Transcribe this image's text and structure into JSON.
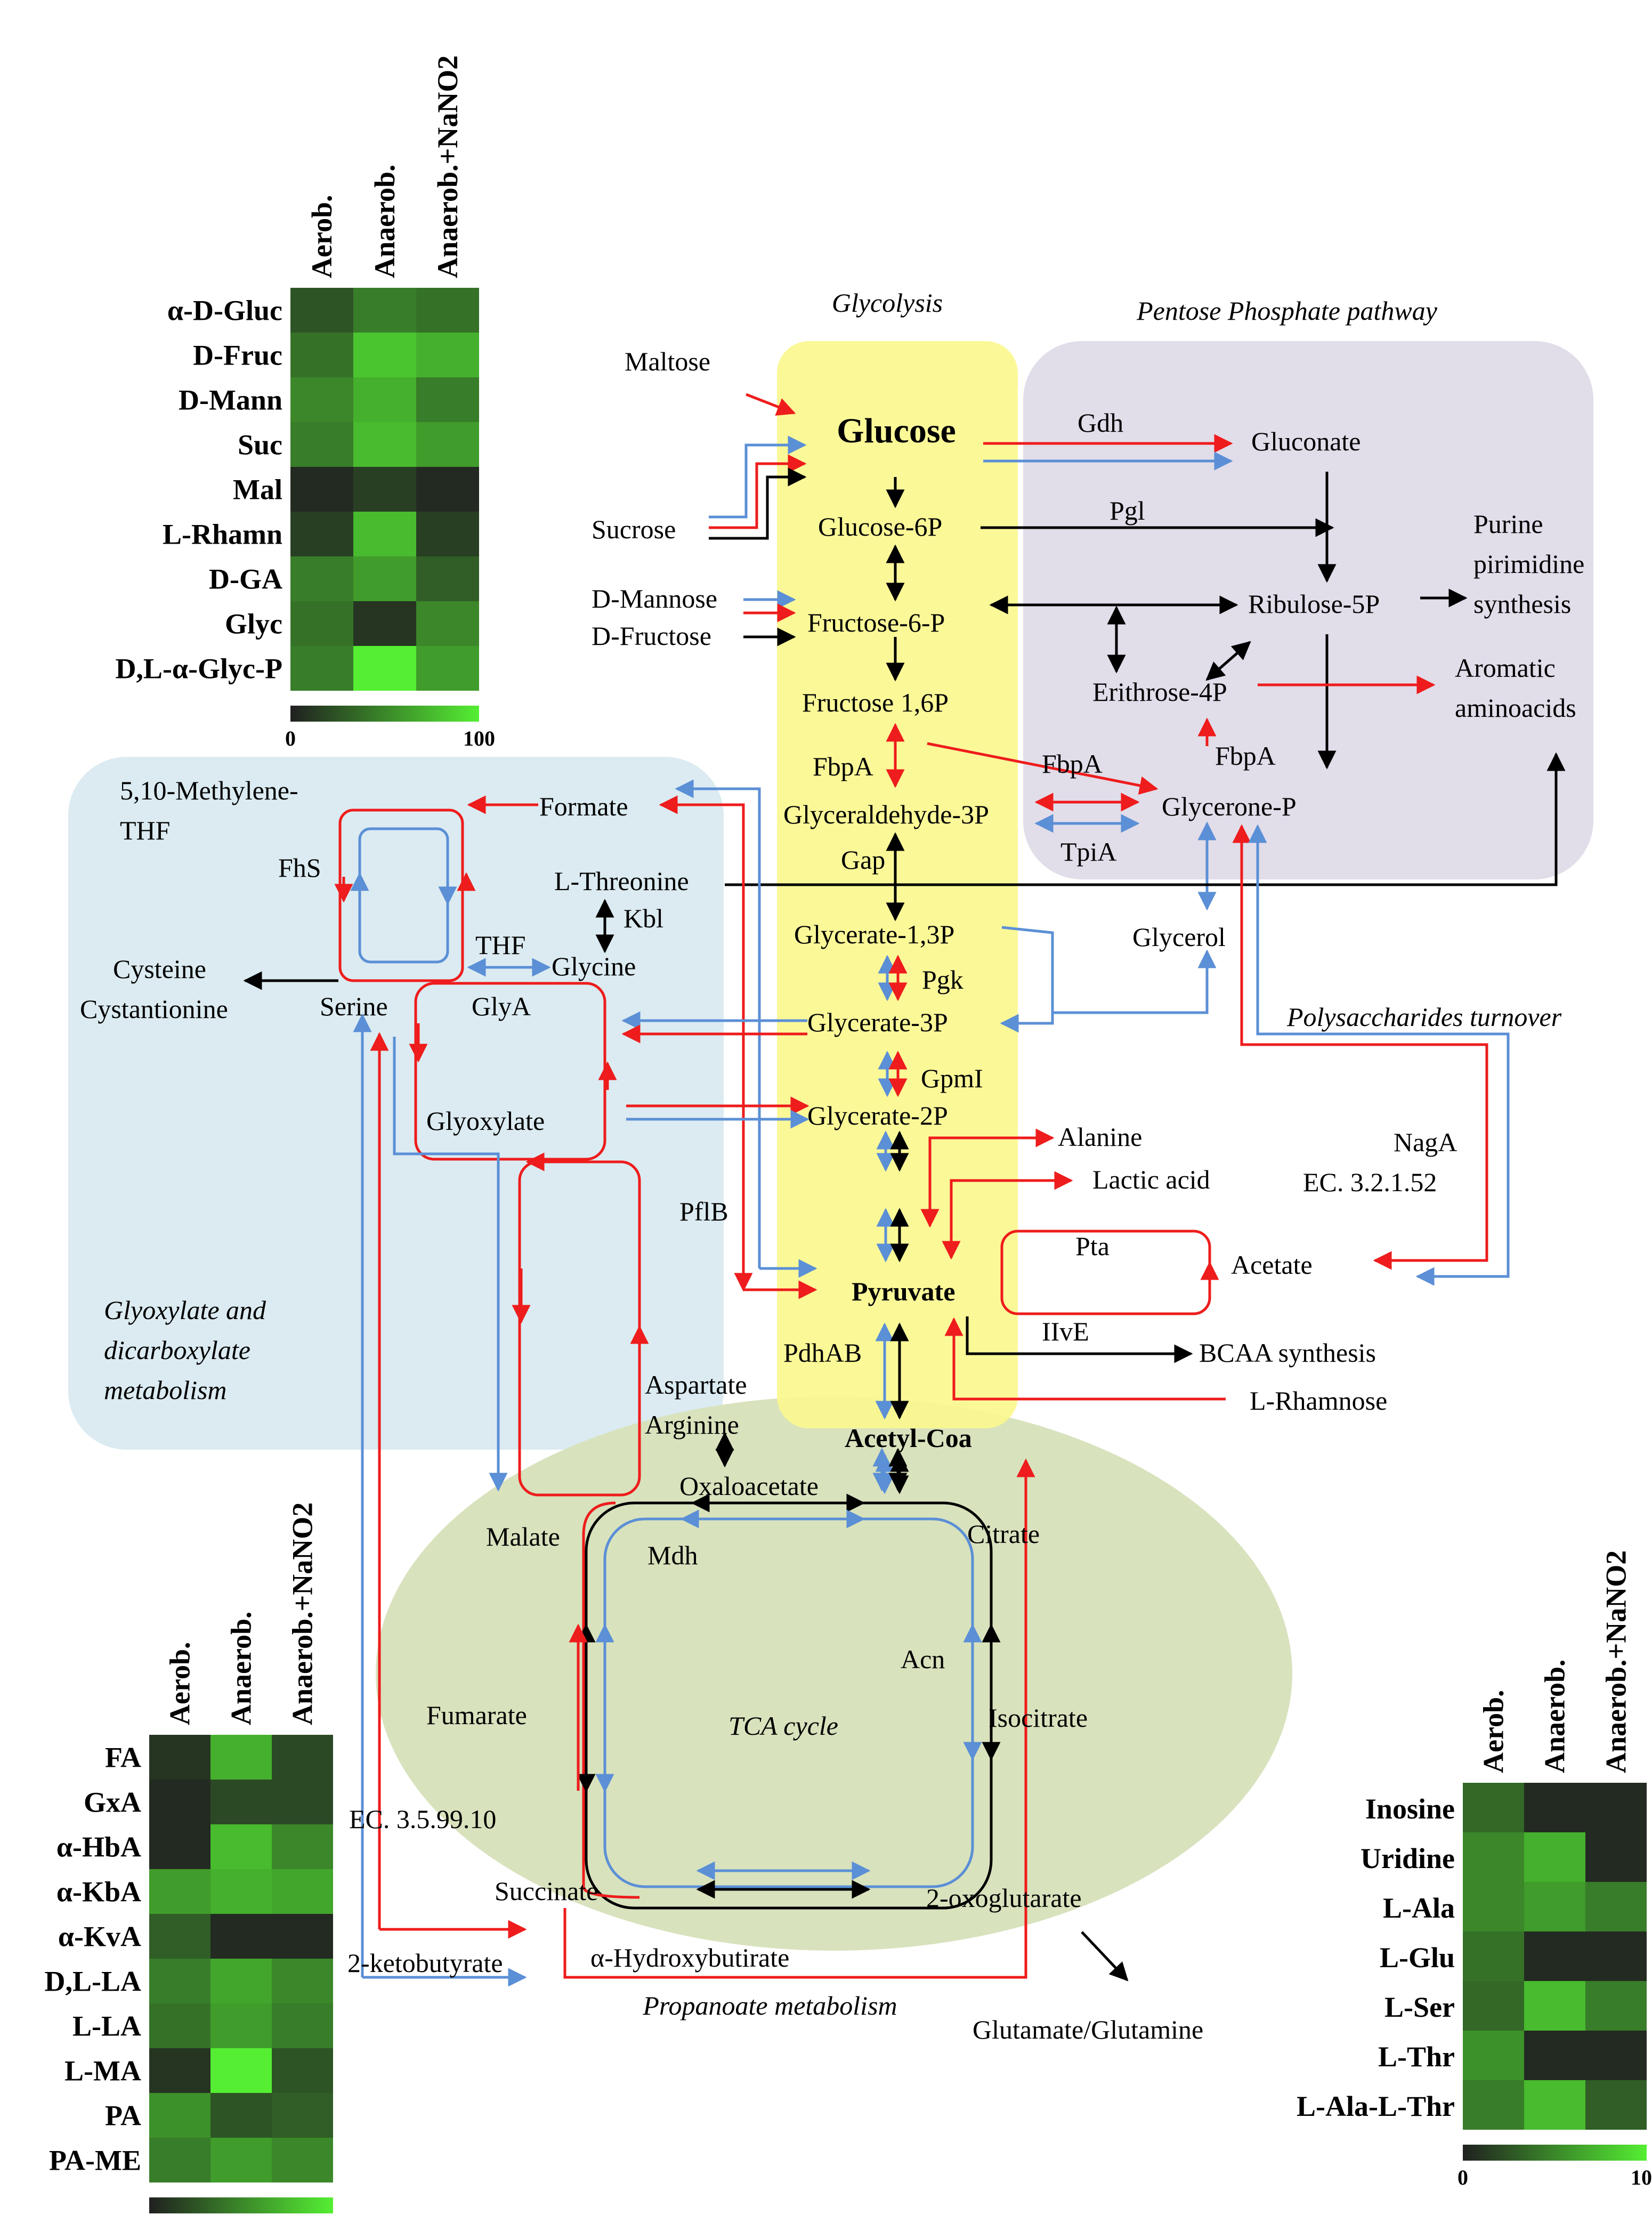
{
  "regions": {
    "glycolysis_title": "Glycolysis",
    "ppp_title": "Pentose Phosphate pathway",
    "glyoxylate_title": [
      "Glyoxylate  and",
      "dicarboxylate",
      "metabolism"
    ],
    "tca_title": "TCA cycle",
    "propanoate_title": "Propanoate metabolism",
    "polysaccharides_title": "Polysaccharides turnover"
  },
  "metabolites": {
    "glucose": "Glucose",
    "maltose": "Maltose",
    "sucrose": "Sucrose",
    "d_mannose": "D-Mannose",
    "d_fructose": "D-Fructose",
    "glucose_6p": "Glucose-6P",
    "fructose_6p": "Fructose-6-P",
    "fructose_16p": "Fructose 1,6P",
    "glyceraldehyde_3p": "Glyceraldehyde-3P",
    "glycerate_13p": "Glycerate-1,3P",
    "glycerate_3p": "Glycerate-3P",
    "glycerate_2p": "Glycerate-2P",
    "pyruvate": "Pyruvate",
    "acetyl_coa": "Acetyl-Coa",
    "gluconate": "Gluconate",
    "ribulose_5p": "Ribulose-5P",
    "erythrose_4p": "Erithrose-4P",
    "glycerone_p": "Glycerone-P",
    "glycerol": "Glycerol",
    "purine_synthesis": [
      "Purine",
      "pirimidine",
      "synthesis"
    ],
    "aromatic_aa": [
      "Aromatic",
      "aminoacids"
    ],
    "methylene_thf": [
      "5,10-Methylene-",
      "THF"
    ],
    "formate": "Formate",
    "l_threonine": "L-Threonine",
    "thf": "THF",
    "glycine": "Glycine",
    "serine": "Serine",
    "cysteine": [
      "Cysteine",
      "Cystantionine"
    ],
    "glyoxylate": "Glyoxylate",
    "alanine": "Alanine",
    "lactic_acid": "Lactic acid",
    "acetate": "Acetate",
    "bcaa": "BCAA synthesis",
    "l_rhamnose": "L-Rhamnose",
    "aspartate_arginine": [
      "Aspartate",
      "Arginine"
    ],
    "oxaloacetate": "Oxaloacetate",
    "malate": "Malate",
    "citrate": "Citrate",
    "isocitrate": "Isocitrate",
    "fumarate": "Fumarate",
    "succinate": "Succinate",
    "oxoglutarate": "2-oxoglutarate",
    "ketobutyrate": "2-ketobutyrate",
    "hydroxybutirate": "α-Hydroxybutirate",
    "glutamate": "Glutamate/Glutamine"
  },
  "enzymes": {
    "gdh": "Gdh",
    "pgl": "Pgl",
    "fbpa": "FbpA",
    "tpia": "TpiA",
    "gap": "Gap",
    "pgk": "Pgk",
    "gpmi": "GpmI",
    "pflb": "PflB",
    "pdhab": "PdhAB",
    "pta": "Pta",
    "ilve": "IIvE",
    "naga": [
      "NagA",
      "EC. 3.2.1.52"
    ],
    "fhs": "FhS",
    "kbl": "Kbl",
    "glya": "GlyA",
    "mdh": "Mdh",
    "acn": "Acn",
    "ec_35": "EC. 3.5.99.10"
  },
  "colors": {
    "glycolysis_bg": "#fbf78f",
    "ppp_bg": "#e1dde9",
    "glyoxylate_bg": "#dbebf1",
    "tca_bg": "#d8e2bd",
    "red_arrow": "#ee1c1c",
    "blue_arrow": "#5b8fd6",
    "black_arrow": "#000000"
  },
  "heatmaps": {
    "colorbar": {
      "min_label": "0",
      "max_label": "100",
      "low_color": "#202020",
      "high_color": "#55ee33"
    },
    "carbohydrates": {
      "columns": [
        "Aerob.",
        "Anaerob.",
        "Anaerob.+NaNO2"
      ],
      "rows": [
        {
          "label": "α-D-Gluc",
          "values": [
            25,
            45,
            40
          ]
        },
        {
          "label": "D-Fruc",
          "values": [
            40,
            80,
            70
          ]
        },
        {
          "label": "D-Mann",
          "values": [
            50,
            70,
            45
          ]
        },
        {
          "label": "Suc",
          "values": [
            45,
            75,
            60
          ]
        },
        {
          "label": "Mal",
          "values": [
            5,
            15,
            5
          ]
        },
        {
          "label": "L-Rhamn",
          "values": [
            15,
            75,
            15
          ]
        },
        {
          "label": "D-GA",
          "values": [
            45,
            60,
            30
          ]
        },
        {
          "label": "Glyc",
          "values": [
            40,
            10,
            50
          ]
        },
        {
          "label": "D,L-α-Glyc-P",
          "values": [
            45,
            100,
            60
          ]
        }
      ]
    },
    "organic_acids": {
      "columns": [
        "Aerob.",
        "Anaerob.",
        "Anaerob.+NaNO2"
      ],
      "rows": [
        {
          "label": "FA",
          "values": [
            10,
            70,
            20
          ]
        },
        {
          "label": "GxA",
          "values": [
            5,
            20,
            20
          ]
        },
        {
          "label": "α-HbA",
          "values": [
            5,
            75,
            50
          ]
        },
        {
          "label": "α-KbA",
          "values": [
            60,
            70,
            65
          ]
        },
        {
          "label": "α-KvA",
          "values": [
            30,
            5,
            5
          ]
        },
        {
          "label": "D,L-LA",
          "values": [
            45,
            65,
            50
          ]
        },
        {
          "label": "L-LA",
          "values": [
            40,
            60,
            45
          ]
        },
        {
          "label": "L-MA",
          "values": [
            10,
            100,
            25
          ]
        },
        {
          "label": "PA",
          "values": [
            55,
            25,
            30
          ]
        },
        {
          "label": "PA-ME",
          "values": [
            45,
            60,
            50
          ]
        }
      ]
    },
    "amino_acids": {
      "columns": [
        "Aerob.",
        "Anaerob.",
        "Anaerob.+NaNO2"
      ],
      "rows": [
        {
          "label": "Inosine",
          "values": [
            35,
            5,
            5
          ]
        },
        {
          "label": "Uridine",
          "values": [
            50,
            70,
            5
          ]
        },
        {
          "label": "L-Ala",
          "values": [
            50,
            60,
            45
          ]
        },
        {
          "label": "L-Glu",
          "values": [
            40,
            5,
            5
          ]
        },
        {
          "label": "L-Ser",
          "values": [
            35,
            75,
            45
          ]
        },
        {
          "label": "L-Thr",
          "values": [
            55,
            5,
            5
          ]
        },
        {
          "label": "L-Ala-L-Thr",
          "values": [
            45,
            75,
            30
          ]
        }
      ]
    }
  }
}
